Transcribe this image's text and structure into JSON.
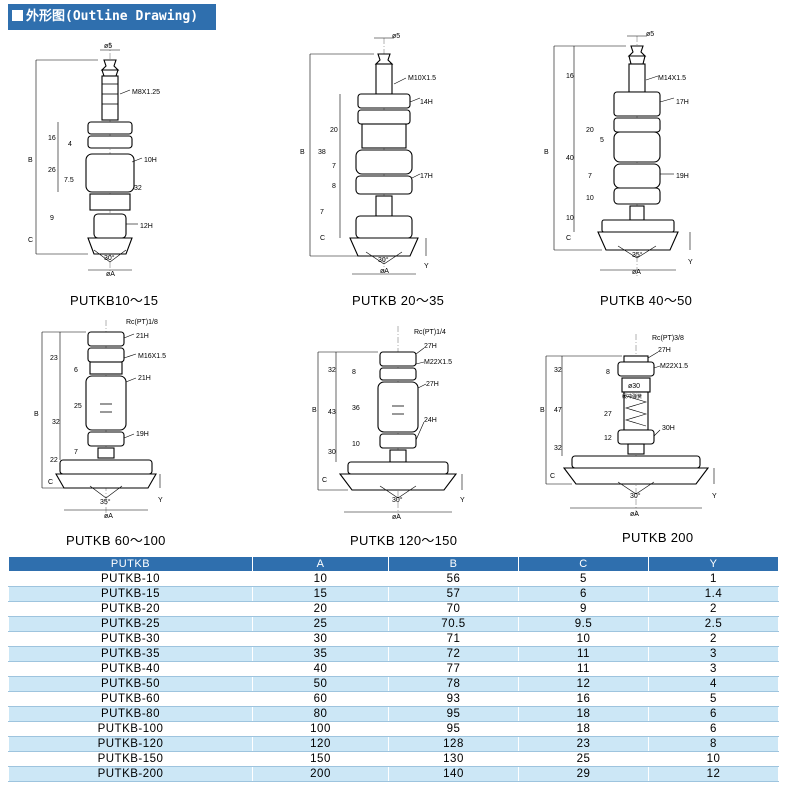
{
  "title": "外形图(Outline Drawing)",
  "captions": [
    "PUTKB10～15",
    "PUTKB 20～35",
    "PUTKB 40～50",
    "PUTKB 60～100",
    "PUTKB 120～150",
    "PUTKB 200"
  ],
  "drawings": [
    {
      "labels": {
        "top": "ø5",
        "thread": "M8X1.25",
        "nut1": "10H",
        "nut2": "12H",
        "dimB": "B",
        "dimC": "C",
        "dimA": "øA",
        "angle": "30°",
        "d1": "16",
        "d2": "4",
        "d3": "26",
        "d4": "7.5",
        "d5": "32",
        "d6": "9"
      }
    },
    {
      "labels": {
        "top": "ø5",
        "thread": "M10X1.5",
        "nut1": "14H",
        "nut2": "17H",
        "dimB": "B",
        "dimC": "C",
        "dimA": "øA",
        "angle": "30°",
        "dimY": "Y",
        "d1": "20",
        "d2": "38",
        "d3": "7",
        "d4": "8",
        "d5": "7"
      }
    },
    {
      "labels": {
        "top": "ø5",
        "thread": "M14X1.5",
        "nut1": "17H",
        "nut2": "19H",
        "dimB": "B",
        "dimC": "C",
        "dimA": "øA",
        "angle": "35°",
        "dimY": "Y",
        "d1": "16",
        "d2": "20",
        "d3": "5",
        "d4": "40",
        "d5": "7",
        "d6": "10",
        "d7": "10"
      }
    },
    {
      "labels": {
        "top": "Rc(PT)1/8",
        "nut0": "21H",
        "thread": "M16X1.5",
        "nut1": "21H",
        "nut2": "19H",
        "dimB": "B",
        "dimC": "C",
        "dimA": "øA",
        "angle": "35°",
        "dimY": "Y",
        "d1": "23",
        "d2": "6",
        "d3": "25",
        "d4": "32",
        "d5": "22",
        "d6": "7"
      }
    },
    {
      "labels": {
        "top": "Rc(PT)1/4",
        "nut0": "27H",
        "thread": "M22X1.5",
        "nut1": "27H",
        "nut2": "24H",
        "dimB": "B",
        "dimC": "C",
        "dimA": "øA",
        "angle": "30°",
        "dimY": "Y",
        "d1": "32",
        "d2": "8",
        "d3": "43",
        "d4": "36",
        "d5": "30",
        "d6": "10"
      }
    },
    {
      "labels": {
        "top": "Rc(PT)3/8",
        "nut0": "27H",
        "thread": "M22X1.5",
        "phi": "ø30",
        "note": "缓冲弹簧",
        "nut2": "30H",
        "dimB": "B",
        "dimC": "C",
        "dimA": "øA",
        "angle": "30°",
        "dimY": "Y",
        "d1": "32",
        "d2": "8",
        "d3": "47",
        "d4": "27",
        "d5": "32",
        "d6": "12"
      }
    }
  ],
  "table": {
    "headers": [
      "PUTKB",
      "A",
      "B",
      "C",
      "Y"
    ],
    "rows": [
      [
        "PUTKB-10",
        "10",
        "56",
        "5",
        "1"
      ],
      [
        "PUTKB-15",
        "15",
        "57",
        "6",
        "1.4"
      ],
      [
        "PUTKB-20",
        "20",
        "70",
        "9",
        "2"
      ],
      [
        "PUTKB-25",
        "25",
        "70.5",
        "9.5",
        "2.5"
      ],
      [
        "PUTKB-30",
        "30",
        "71",
        "10",
        "2"
      ],
      [
        "PUTKB-35",
        "35",
        "72",
        "11",
        "3"
      ],
      [
        "PUTKB-40",
        "40",
        "77",
        "11",
        "3"
      ],
      [
        "PUTKB-50",
        "50",
        "78",
        "12",
        "4"
      ],
      [
        "PUTKB-60",
        "60",
        "93",
        "16",
        "5"
      ],
      [
        "PUTKB-80",
        "80",
        "95",
        "18",
        "6"
      ],
      [
        "PUTKB-100",
        "100",
        "95",
        "18",
        "6"
      ],
      [
        "PUTKB-120",
        "120",
        "128",
        "23",
        "8"
      ],
      [
        "PUTKB-150",
        "150",
        "130",
        "25",
        "10"
      ],
      [
        "PUTKB-200",
        "200",
        "140",
        "29",
        "12"
      ]
    ]
  },
  "colors": {
    "header": "#2f6fae",
    "row_alt": "#cce7f6"
  }
}
